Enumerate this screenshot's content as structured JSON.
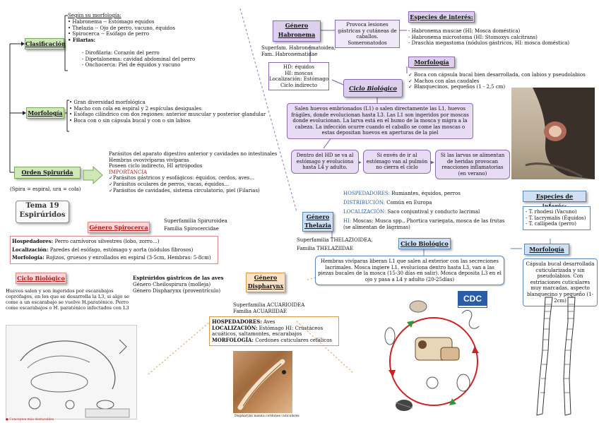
{
  "left": {
    "clasificacion": {
      "label": "Clasificación",
      "heading": "Según su morfología:",
      "items": [
        "• Habronema -- Estómago equidos",
        "• Thelazia -- Ojo de perro, vacuno, équidos",
        "• Spirocerca -- Esófago de perro",
        "• Filarias:"
      ],
      "filarias": [
        "- Dirofilaria: Corazón del perro",
        "- Dipetalonema: cavidad abdominal del perro",
        "- Onchocerca: Piel de équidos y vacuno"
      ]
    },
    "morfologia": {
      "label": "Morfología",
      "items": [
        "• Gran diversidad morfológica",
        "• Macho con cola en espiral y 2 espículas desiguales",
        "• Esófago cilíndrico con dos regiones: anterior muscular y posterior glandular",
        "• Boca con o sin cápsula bucal y con o sin labios"
      ]
    },
    "orden": {
      "label": "Orden Spirurida",
      "note": "(Spira = espiral, ura = cola)",
      "lines": [
        "Parásitos del aparato digestivo anterior y cavidades no intestinales",
        "Hembras ovovivíparas vivíparas",
        "Poseen ciclo indirecto, HI artrópodos"
      ],
      "importancia_label": "IMPORTANCIA",
      "importancia": [
        "✓Parásitos gástricos y esofágicos: équidos, cerdos, aves…",
        "✓Parásitos oculares de perros, vacas, équidos…",
        "✓Parásitos de cavidades, sistema circulatorio, piel (Filarias)"
      ]
    },
    "tema": {
      "line1": "Tema 19",
      "line2": "Espirúridos"
    },
    "spirocerca": {
      "label": "Género Spirocerca",
      "superfamily": "Superfamilia Spiruroidea",
      "family": "Familia Spirocercidae",
      "hosp_label": "Hospedadores:",
      "hosp": " Perro carnívoros silvestres (lobo, zorro…)",
      "loc_label": "Localización:",
      "loc": " Paredes del esófago, estómago y aorta (nódulos fibrosos)",
      "morf_label": "Morfología:",
      "morf": " Rojizos, gruesos y enrollados en espiral (3-5cm, Hembras: 5-8cm)"
    },
    "ciclo": {
      "label": "Ciclo Biológico",
      "text": "Huevos salen y son ingeridos por escarabajos coprófagos, en los que se desarrolla la L3, si algo se come a un escarabajo se vuelve H.paraténico. Perro come escarabajos o H. paraténico infectados con L3"
    },
    "caption": "● Conceptos más destacables"
  },
  "middle": {
    "aves": {
      "title": "Espirúridos gástricos de las aves",
      "l1": "Género Cheilospirura (molleja)",
      "l2": "Género Dispharynx (proventrículo)"
    },
    "dispharynx": {
      "label_line1": "Género",
      "label_line2": "Dispharynx",
      "superfamily": "Superfamilia ACUARIOIDEA",
      "family": "Familia ACUARIIDAE",
      "hosp_label": "HOSPEDADORES:",
      "hosp": " Aves",
      "loc_label": "LOCALIZACIÓN:",
      "loc": " Estómago HI: Crustáceos acuáticos, saltamontes, escarabajos",
      "morf_label": "MORFOLOGÍA:",
      "morf": " Cordones cuticulares cefálicos",
      "caption": "Dispharynx nasuta cordones cuticulares"
    }
  },
  "right": {
    "habronema": {
      "label_line1": "Género",
      "label_line2": "Habronema",
      "superfamily": "Superfam. Habronematoidea,",
      "family": "Fam. Habronematidae",
      "lesiones": "Provoca lesiones gástricas y cutáneas de caballos. Someronatodos",
      "host_lines": [
        "HD: équidos",
        "HI: moscas",
        "Localización: Estómago",
        "Ciclo indirecto"
      ],
      "especies_label": "Especies de interés:",
      "especies": [
        "- Habronema muscae (HI: Mosca doméstica)",
        "- Habronema microstoma (HI: Stomoxys calcitrans)",
        "- Draschia megastoma (nódulos gástricos, HI: mosca doméstica)"
      ],
      "morf_label": "Morfología",
      "morf": [
        "✓ Boca con cápsula bucal bien desarrollada, con labios y pseudolabios",
        "✓ Machos con alas caudales",
        "✓ Blanquecinos, pequeños (1 - 2,5 cm)"
      ],
      "ciclo_label": "Ciclo Biológico",
      "ciclo_text": "Salen huevos embrionados (L1) o salen directamente las L1, huevos frágiles, donde evolucionan hasta L3. Las L1 son ingeridos por moscas donde evolucionan. La larva está en el humo de la mosca y migra a la cabeza. La infección ocurre cuando el caballo se come las moscas o estas depositan huevos en aperturas de la piel",
      "step1": "Dentro del HD se va al estómago y evoluciona hasta L4 y adulto.",
      "step2": "Si envés de ir al estómago van al pulmón no cierra el ciclo",
      "step3": "Si las larvas se alimentan de heridas provocan reacciones inflamatorias (en verano)"
    },
    "thelazia": {
      "label_line1": "Género",
      "label_line2": "Thelazia",
      "superfamily": "Superfamilia THELAZIOIDEA,",
      "family": "Familia THELAZIIDAE",
      "hosp_label": "HOSPEDADORES:",
      "hosp": " Rumiantes, équidos, perros",
      "dist_label": "DISTRIBUCIÓN:",
      "dist": " Común en Europa",
      "loc_label": "LOCALIZACIÓN:",
      "loc": " Saco conjuntival y conducto lacrimal",
      "hi_label": "HI:",
      "hi": " Moscas: Musca spp., Phortica variegata, mosca de las frutas (se alimentan de lágrimas)",
      "ciclo_label": "Ciclo Biológico",
      "ciclo_text": "Hembras vivíparas liberan L1 que salen al exterior con las secreciones lacrimales. Mosca ingiere L1, evoluciona dentro hasta L3, van a las piezas bucales de la mosca (15-30 días en salir). Mosca deposita L3 en el ojo y pasa a L4 y adulto (20-25días)",
      "especies_label": "Especies de interés:",
      "especies": [
        "- T. rhodesi (Vacuno)",
        "- T. lacrymalis (Équidos)",
        "- T. callipeda (perro)"
      ],
      "morf_label": "Morfología",
      "morf": "Cápsula bucal desarrollada cuticularizada y sin pseudolabios. Con estriaciones cuticulares muy marcadas, aspecto blanquecino y pequeño (1-2cm)"
    },
    "cdc": "CDC"
  },
  "colors": {
    "green": "#cfe7b9",
    "pink": "#f7d6d6",
    "purple": "#ddd0ec",
    "blue": "#cfe0f2",
    "orange": "#fbe3c8",
    "red": "#c11f1f"
  }
}
